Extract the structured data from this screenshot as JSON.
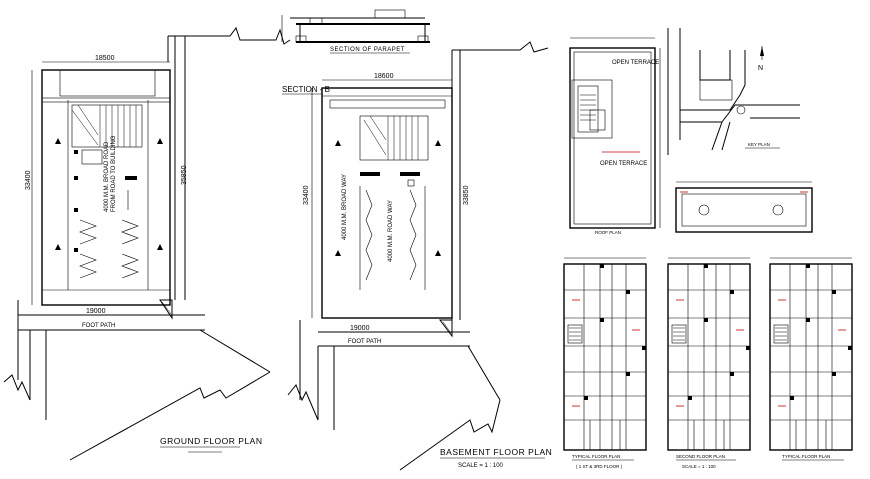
{
  "drawings": {
    "ground": {
      "title": "GROUND FLOOR PLAN",
      "dim_top": "18500",
      "dim_left": "33400",
      "dim_right": "35850",
      "dim_bottom": "19000",
      "road_note_1": "4000 M.M. BROAD ROAD",
      "road_note_2": "FROM ROAD TO BUILDING",
      "footpath": "FOOT PATH"
    },
    "basement": {
      "title": "BASEMENT FLOOR PLAN",
      "scale": "SCALE = 1 : 100",
      "section_label": "SECTION - B",
      "dim_top": "18600",
      "dim_left": "33400",
      "dim_right": "33850",
      "dim_bottom": "19000",
      "ramp_1": "4000 M.M. BROAD WAY",
      "ramp_2": "4000 M.M. ROAD WAY",
      "footpath": "FOOT PATH"
    },
    "section": {
      "title": "SECTION OF PARAPET"
    },
    "roof": {
      "label_1": "OPEN TERRACE",
      "label_2": "OPEN TERRACE",
      "title": "ROOF PLAN"
    },
    "key": {
      "title": "KEY PLAN",
      "north": "N"
    },
    "typical_1": {
      "title": "TYPICAL FLOOR PLAN",
      "subtitle": "( 1 ST & 3RD FLOOR )"
    },
    "second": {
      "title": "SECOND FLOOR PLAN",
      "scale": "SCALE = 1 : 100"
    },
    "typical_2": {
      "title": "TYPICAL FLOOR PLAN"
    }
  },
  "colors": {
    "line": "#000000",
    "accent": "#c00000",
    "background": "#ffffff"
  }
}
